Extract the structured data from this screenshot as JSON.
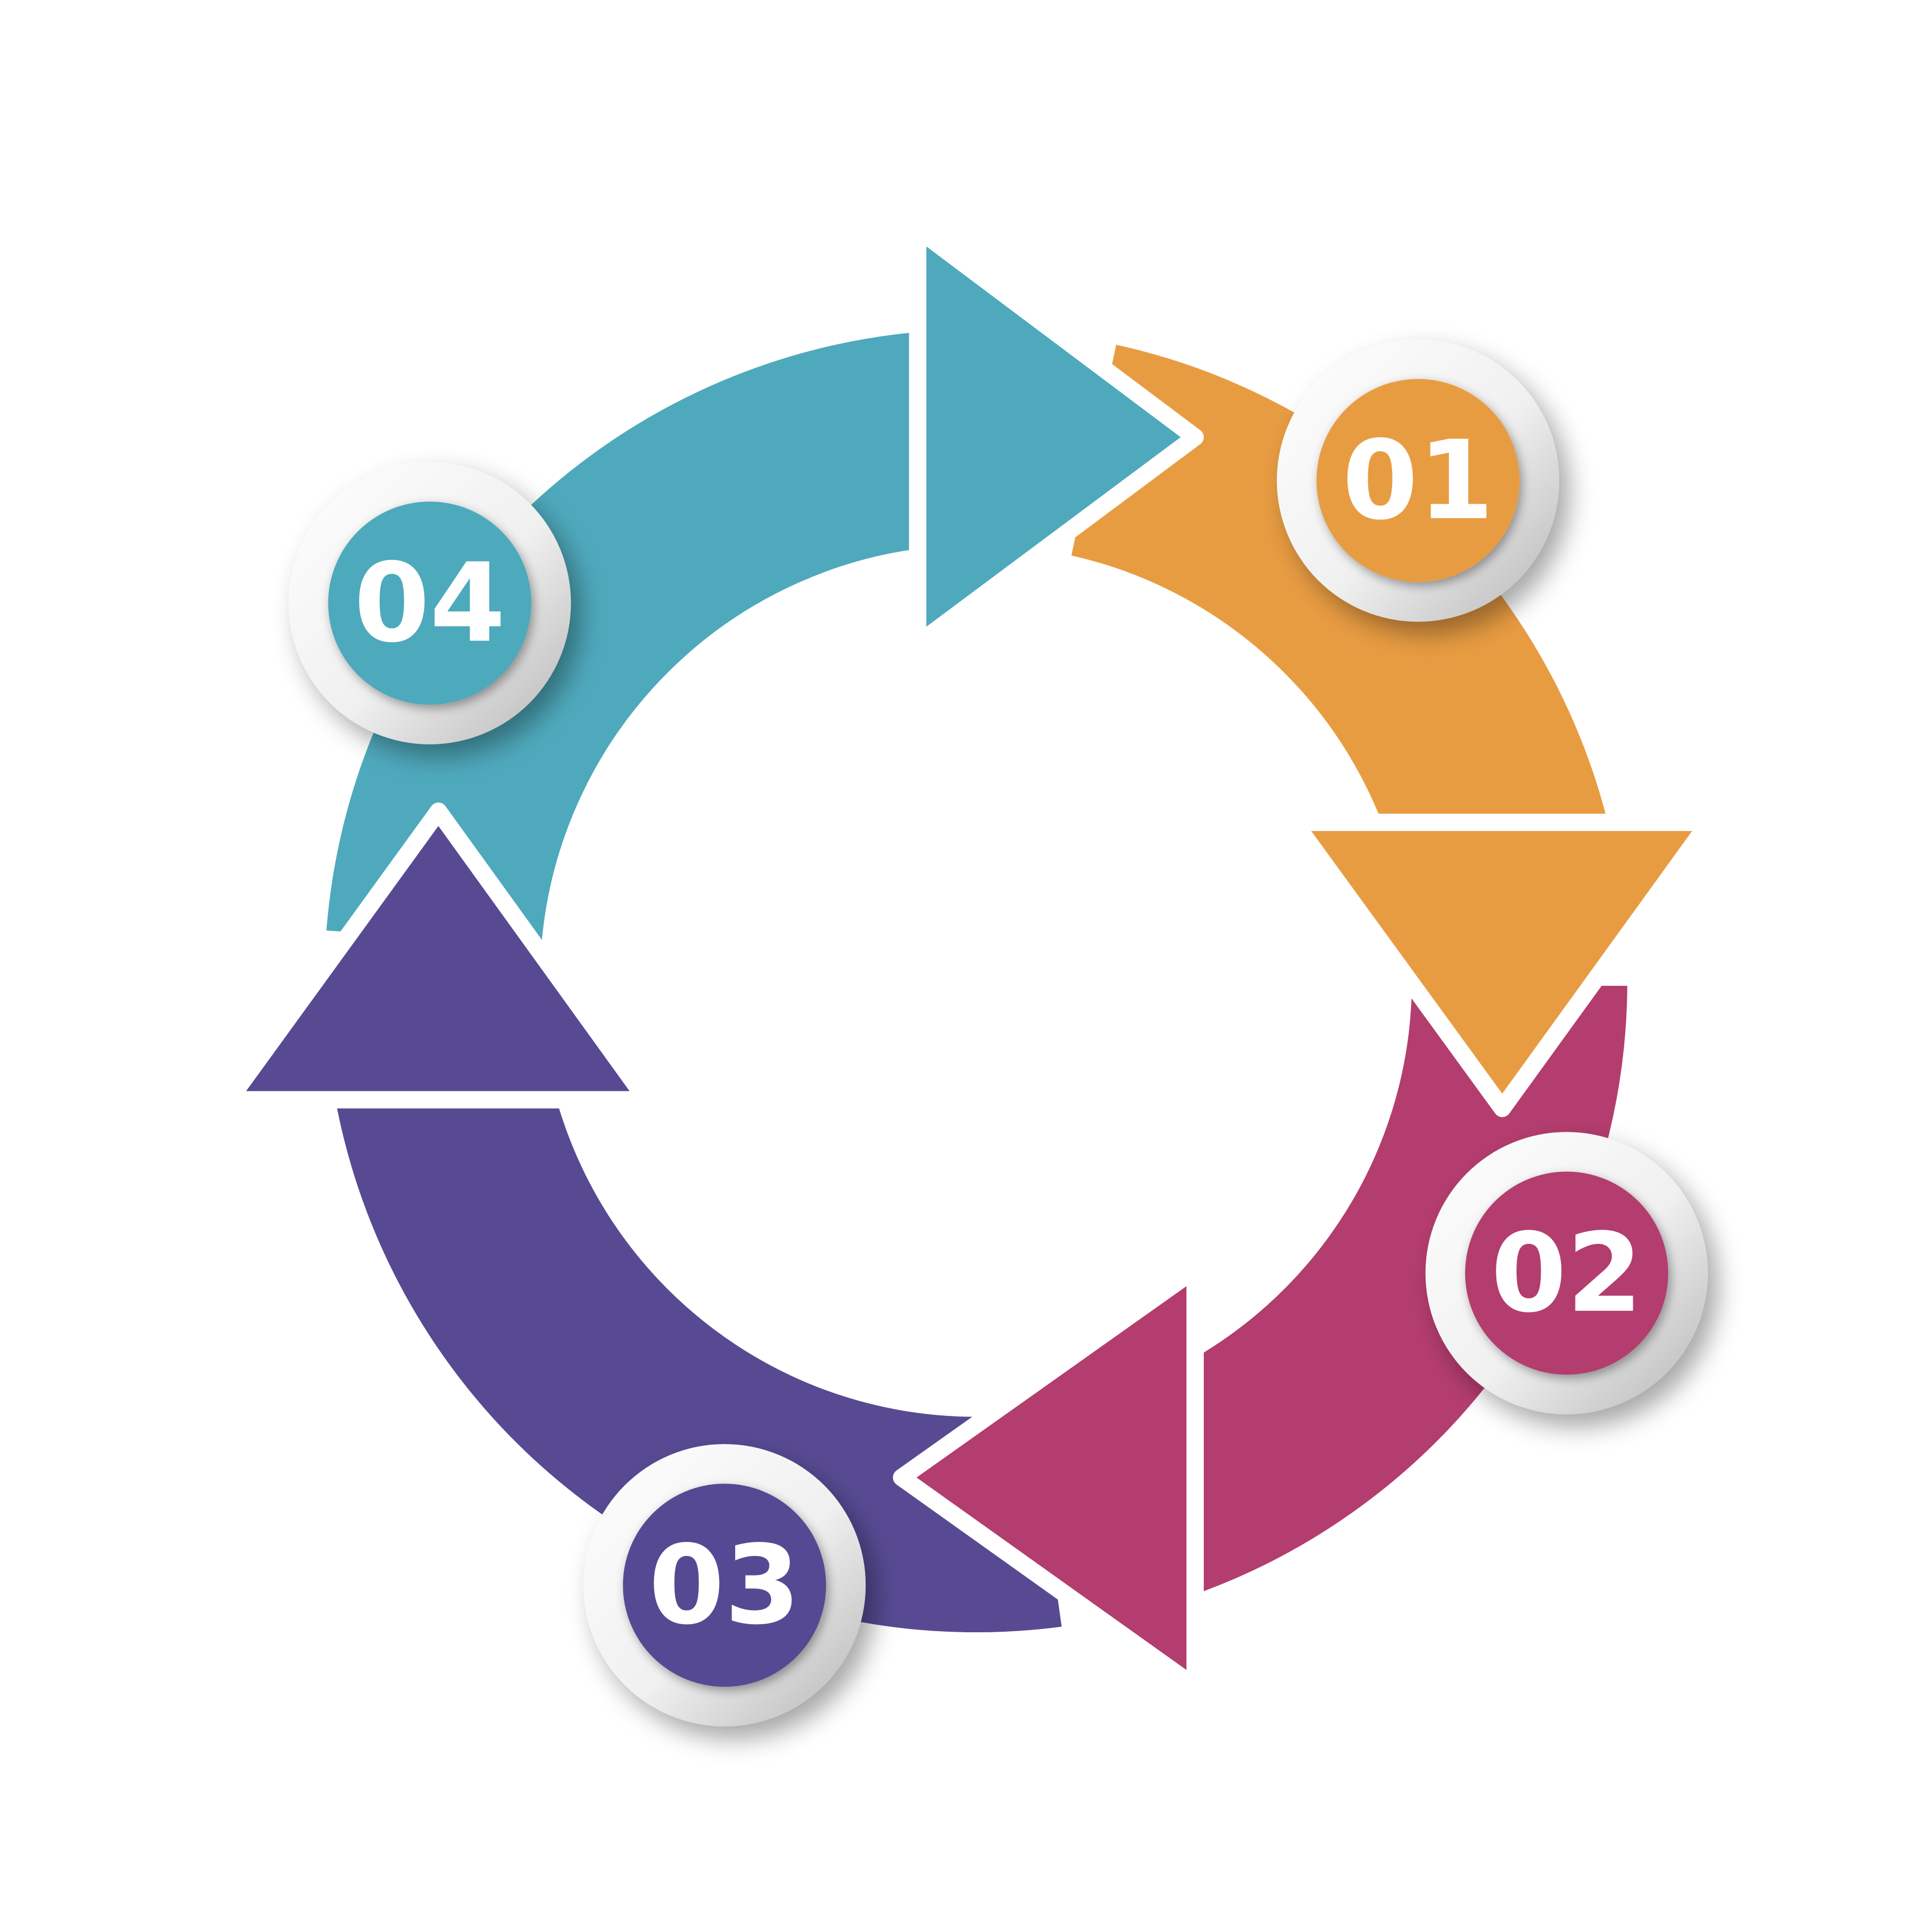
{
  "steps": [
    {
      "label": "01",
      "color": "#E89C42"
    },
    {
      "label": "02",
      "color": "#B33D6E"
    },
    {
      "label": "03",
      "color": "#574A93"
    },
    {
      "label": "04",
      "color": "#4EA9BC"
    }
  ]
}
